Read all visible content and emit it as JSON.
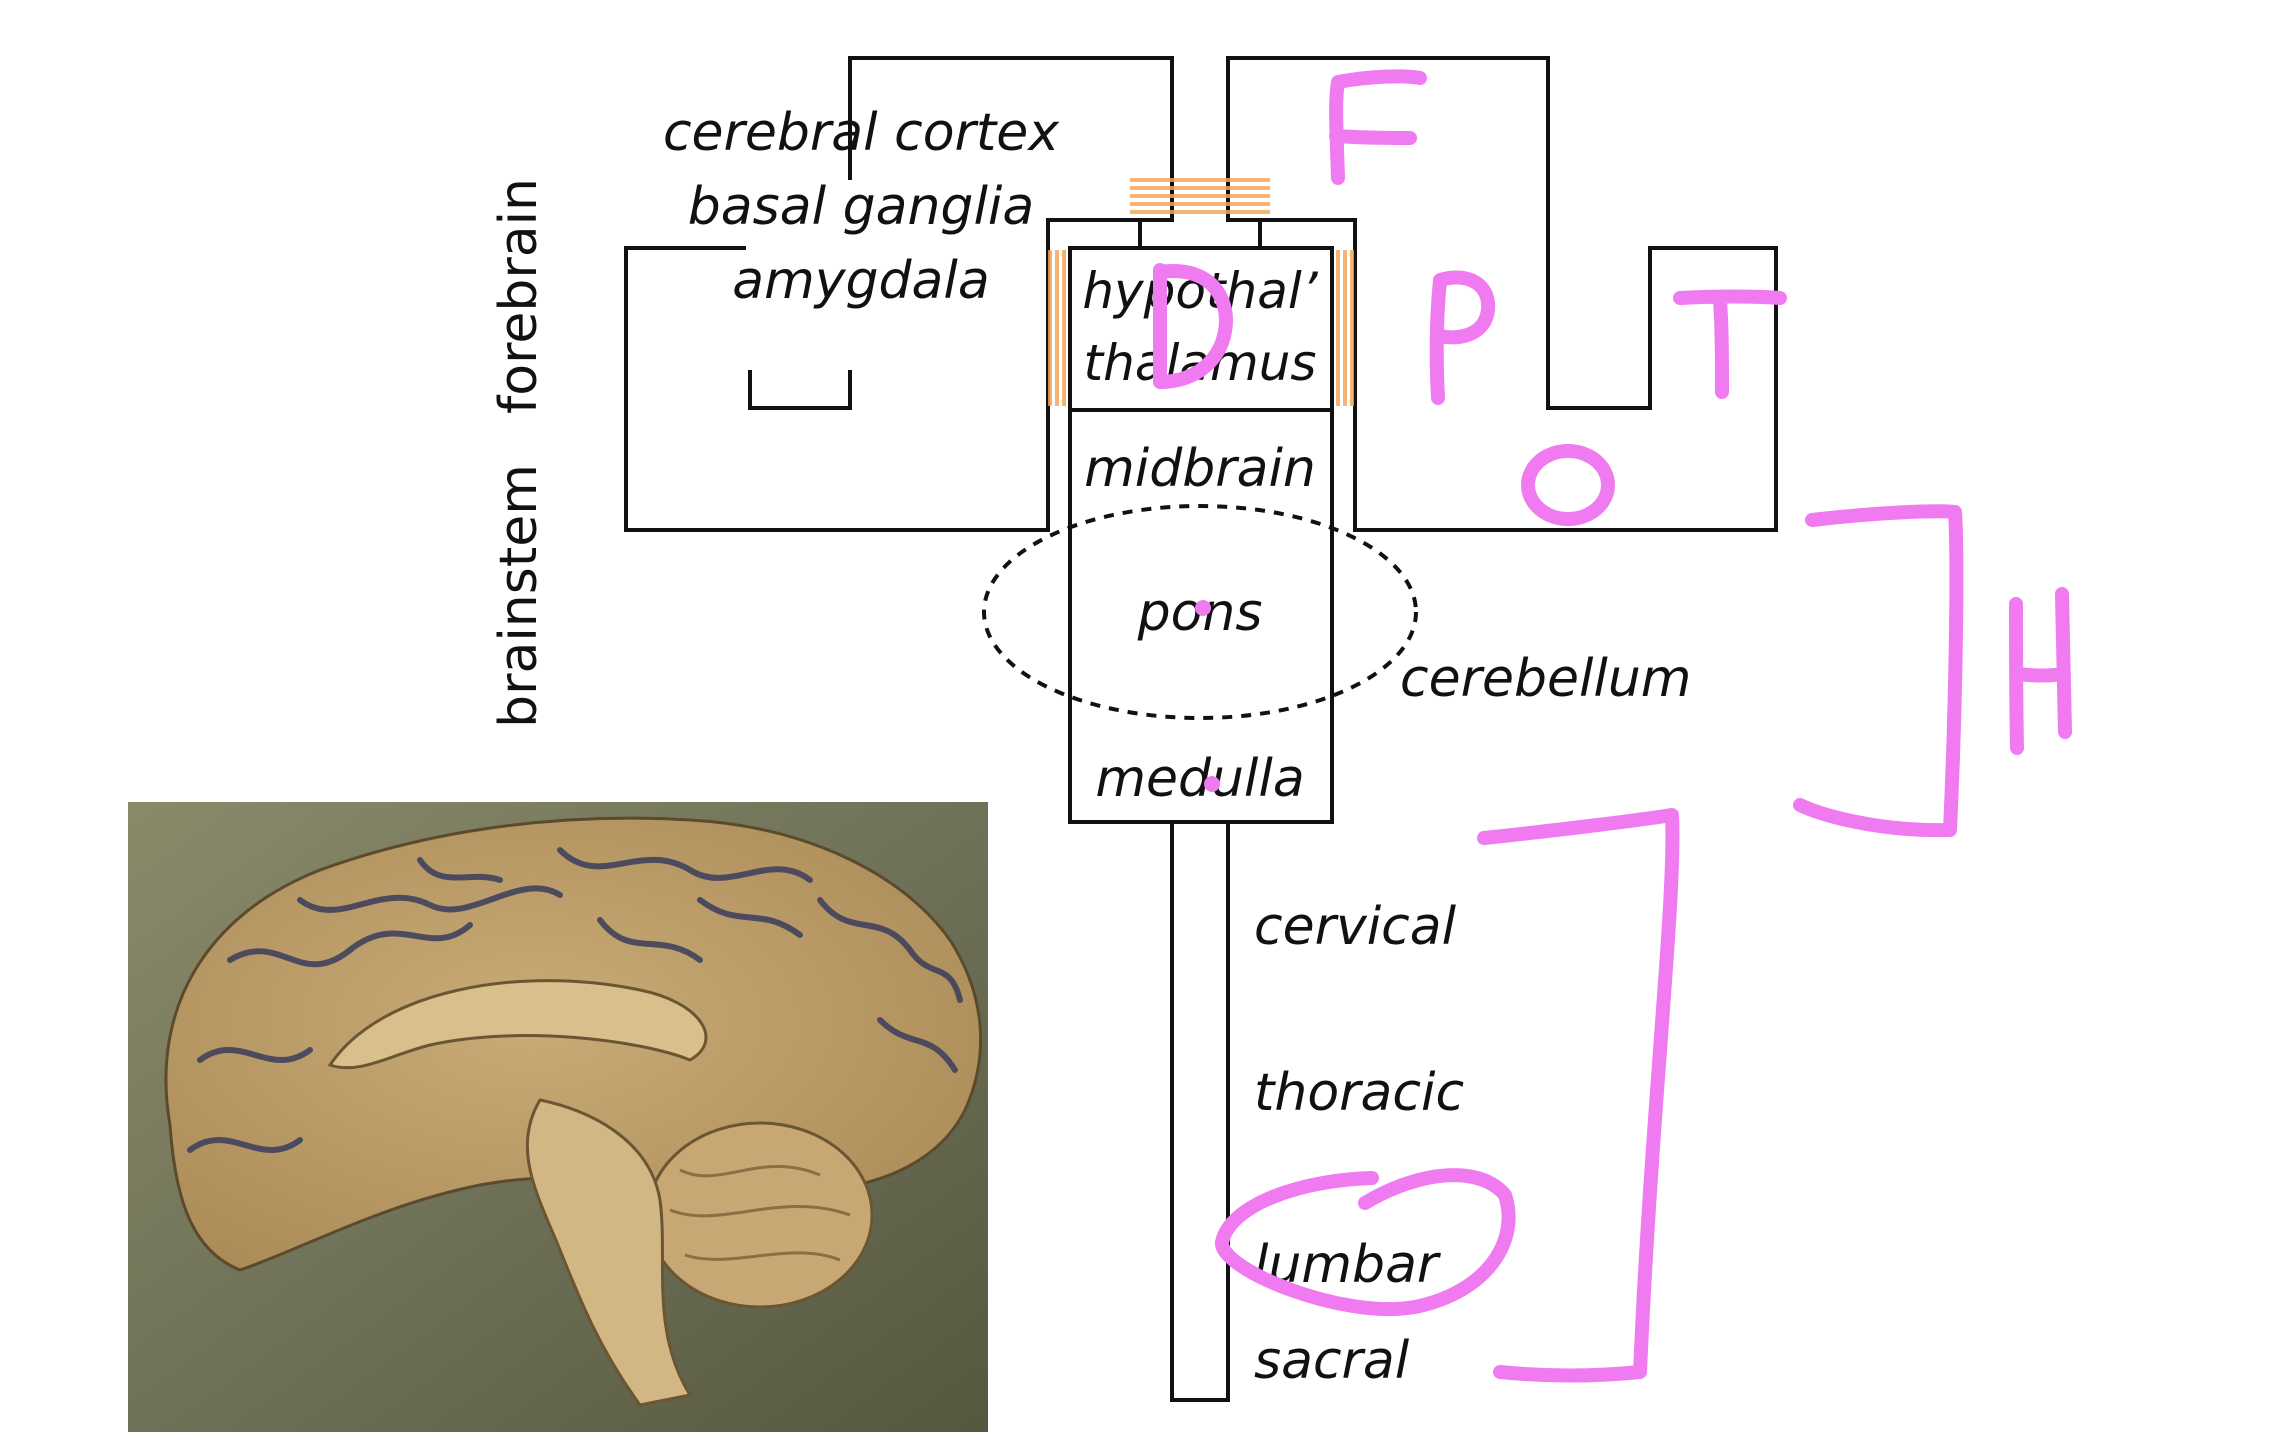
{
  "side_labels": {
    "forebrain": "forebrain",
    "brainstem": "brainstem"
  },
  "forebrain_labels": {
    "cerebral_cortex": "cerebral cortex",
    "basal_ganglia": "basal ganglia",
    "amygdala": "amygdala"
  },
  "core_labels": {
    "hypothalamus": "hypothal’",
    "thalamus": "thalamus",
    "midbrain": "midbrain",
    "pons": "pons",
    "medulla": "medulla",
    "cerebellum": "cerebellum"
  },
  "spinal_labels": {
    "cervical": "cervical",
    "thoracic": "thoracic",
    "lumbar": "lumbar",
    "sacral": "sacral"
  },
  "annotations": {
    "F": "F",
    "P": "P",
    "T": "T",
    "O": "O",
    "D": "D",
    "H": "H"
  },
  "colors": {
    "annotation_ink": "#f07af0",
    "highlight_orange": "#f2a65a",
    "outline": "#111111"
  },
  "photo": {
    "subject": "midsagittal brain specimen"
  }
}
